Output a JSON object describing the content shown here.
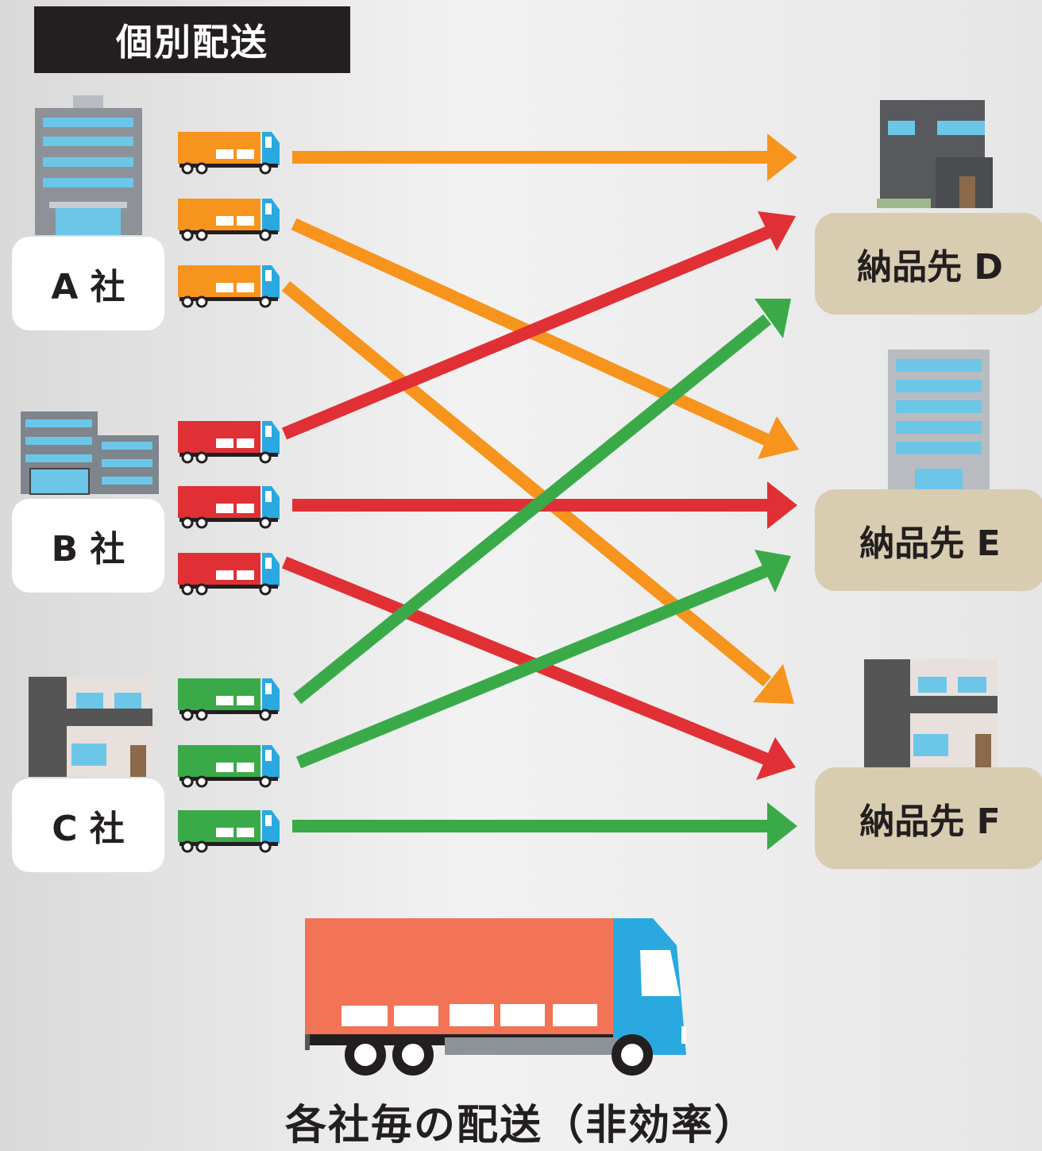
{
  "title": "個別配送",
  "companies": [
    {
      "label": "A 社",
      "color": "#f7941d"
    },
    {
      "label": "B 社",
      "color": "#e03035"
    },
    {
      "label": "C 社",
      "color": "#3aaa49"
    }
  ],
  "destinations": [
    {
      "label": "納品先 D"
    },
    {
      "label": "納品先 E"
    },
    {
      "label": "納品先 F"
    }
  ],
  "footer": "各社毎の配送（非効率）"
}
